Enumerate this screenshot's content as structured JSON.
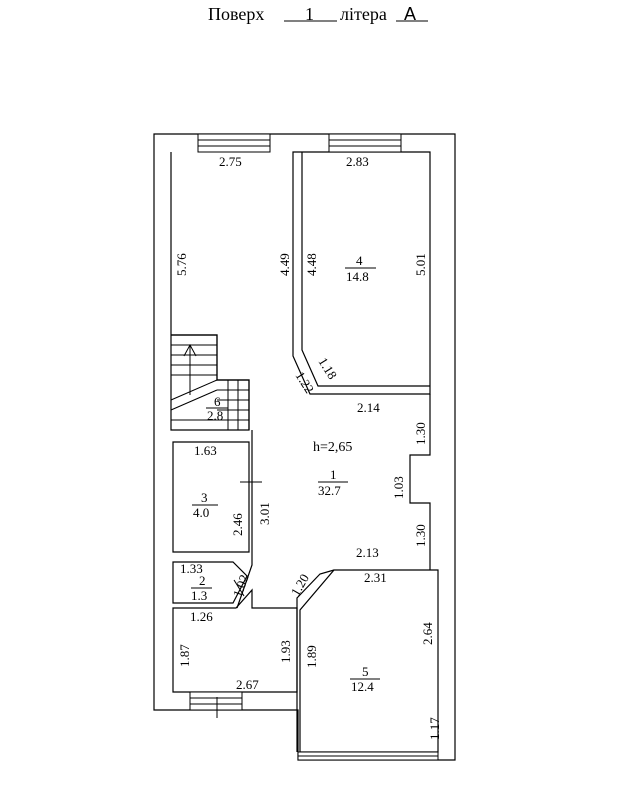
{
  "header": {
    "floor_word": "Поверх",
    "floor_value": "1",
    "letter_word": "літера",
    "letter_value": "А"
  },
  "plan": {
    "ceiling_height": "h=2,65",
    "rooms": [
      {
        "number": "1",
        "area": "32.7"
      },
      {
        "number": "2",
        "area": "1.3"
      },
      {
        "number": "3",
        "area": "4.0"
      },
      {
        "number": "4",
        "area": "14.8"
      },
      {
        "number": "5",
        "area": "12.4"
      },
      {
        "number": "6",
        "area": "2.8"
      }
    ],
    "dimensions": {
      "d_2_75": "2.75",
      "d_5_76": "5.76",
      "d_4_49": "4.49",
      "d_2_83": "2.83",
      "d_4_48": "4.48",
      "d_5_01": "5.01",
      "d_1_18": "1.18",
      "d_1_22": "1.22",
      "d_2_14": "2.14",
      "d_1_30a": "1.30",
      "d_1_03": "1.03",
      "d_1_30b": "1.30",
      "d_2_13": "2.13",
      "d_1_63": "1.63",
      "d_3_01": "3.01",
      "d_2_46": "2.46",
      "d_1_33": "1.33",
      "d_1_02": "1.02",
      "d_1_26": "1.26",
      "d_1_87": "1.87",
      "d_1_93": "1.93",
      "d_2_67": "2.67",
      "d_1_20": "1.20",
      "d_2_31": "2.31",
      "d_2_64": "2.64",
      "d_1_89": "1.89",
      "d_1_17": "1.17"
    }
  }
}
